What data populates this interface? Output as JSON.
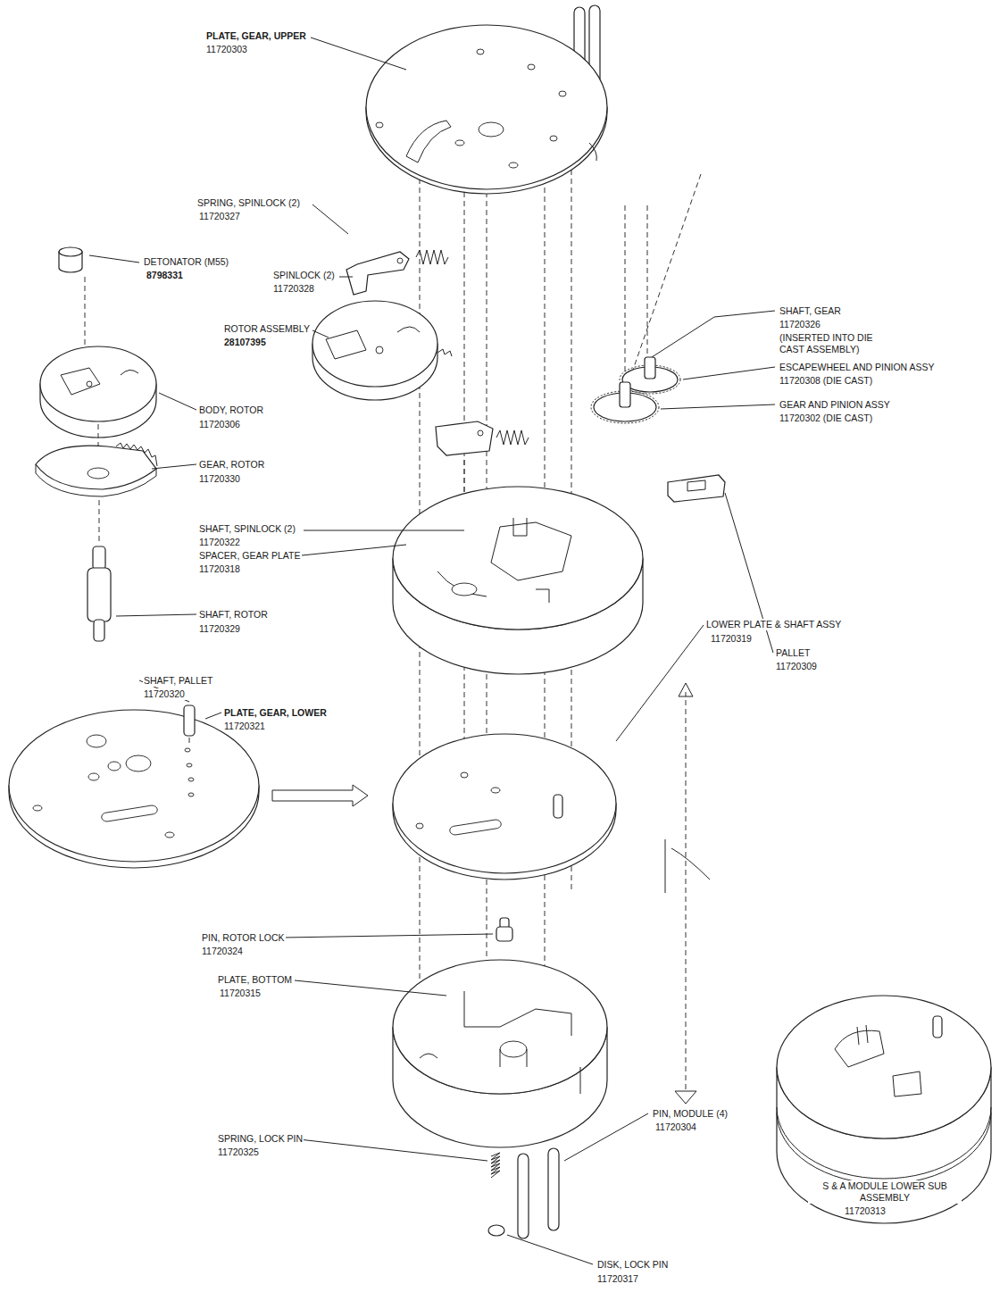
{
  "diagram": {
    "labels": [
      "PLATE, GEAR, UPPER",
      "11720303",
      "SPRING, SPINLOCK (2)",
      "11720327",
      "DETONATOR (M55)",
      "8798331",
      "SPINLOCK (2)",
      "11720328",
      "ROTOR ASSEMBLY",
      "28107395",
      "BODY, ROTOR",
      "11720306",
      "GEAR, ROTOR",
      "11720330",
      "SHAFT, SPINLOCK (2)",
      "11720322",
      "SPACER, GEAR PLATE",
      "11720318",
      "SHAFT, ROTOR",
      "11720329",
      "SHAFT, PALLET",
      "11720320",
      "PLATE, GEAR, LOWER",
      "11720321",
      "SHAFT, GEAR",
      "11720326",
      "(INSERTED INTO DIE CAST ASSEMBLY)",
      "ESCAPEWHEEL AND PINION ASSY",
      "11720308 (DIE CAST)",
      "GEAR AND PINION ASSY",
      "11720302 (DIE CAST)",
      "LOWER PLATE & SHAFT ASSY",
      "11720319",
      "PALLET",
      "11720309",
      "PIN, ROTOR LOCK",
      "11720324",
      "PLATE, BOTTOM",
      "11720315",
      "SPRING, LOCK PIN",
      "11720325",
      "PIN, MODULE (4)",
      "11720304",
      "DISK, LOCK PIN",
      "11720317",
      "S & A MODULE LOWER SUB ASSEMBLY",
      "11720313"
    ]
  }
}
